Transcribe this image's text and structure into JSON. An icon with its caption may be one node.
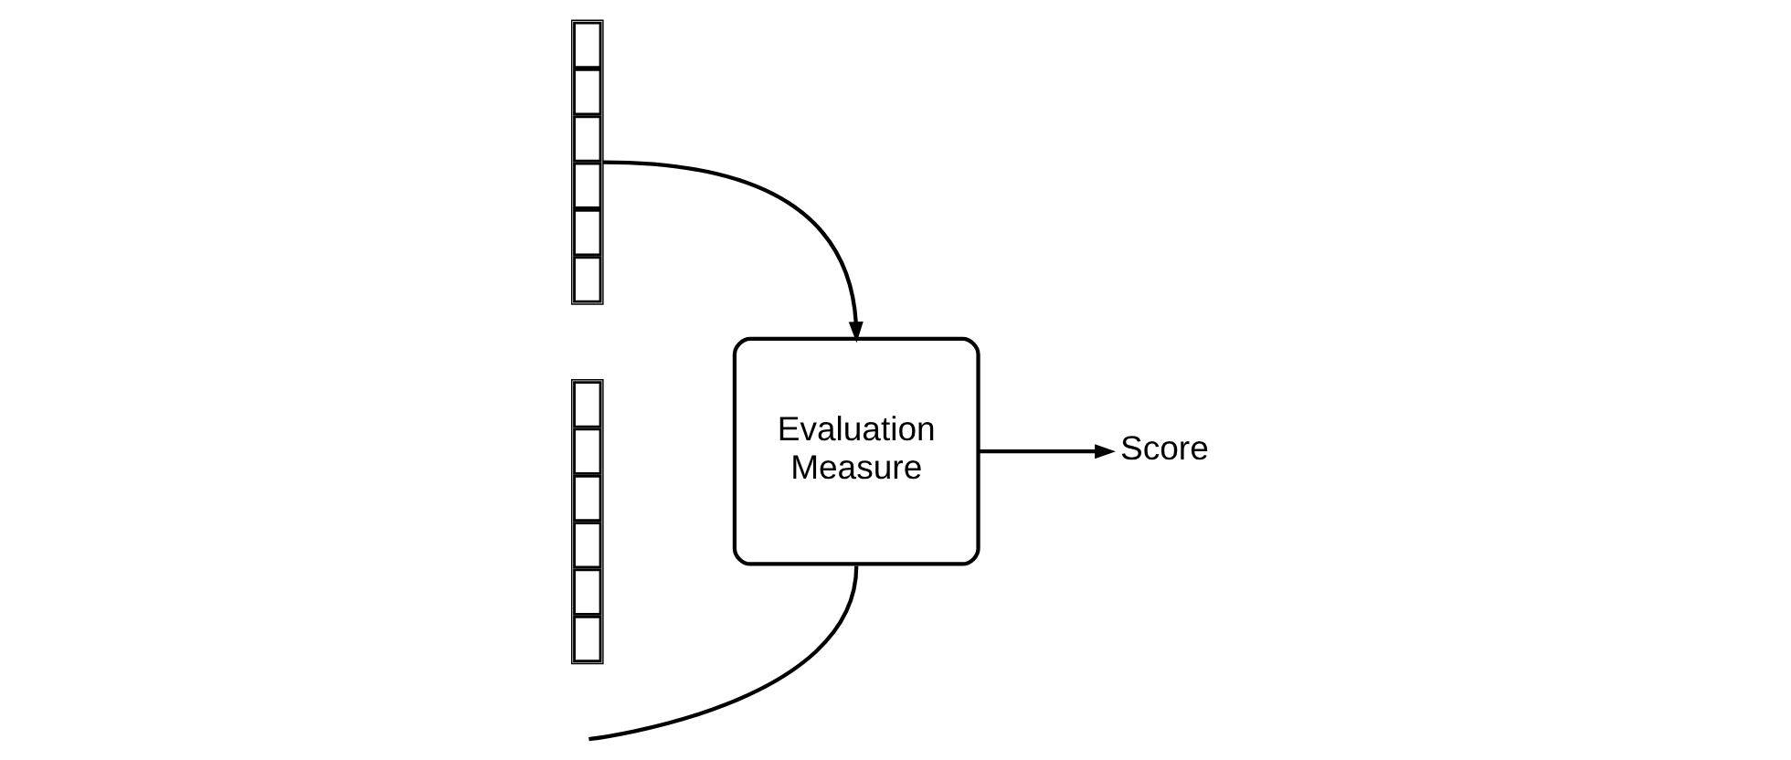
{
  "diagram": {
    "nodes": [
      {
        "text": [],
        "shape": "table"
      },
      {
        "text": [],
        "shape": "table"
      },
      {
        "text": [
          "Evaluation Measure"
        ]
      },
      {
        "text": [
          "Score"
        ]
      }
    ],
    "edges": [
      {
        "from": 0,
        "to": 2,
        "arrow": "to"
      },
      {
        "from": null,
        "to": 2,
        "arrow": "none"
      },
      {
        "from": 2,
        "to": 3,
        "arrow": "to"
      }
    ]
  }
}
